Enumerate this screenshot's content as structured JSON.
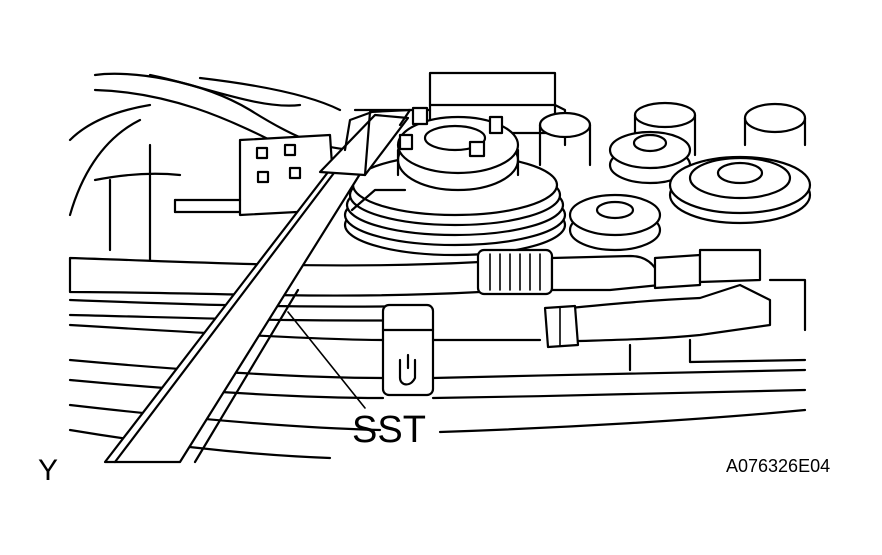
{
  "labels": {
    "callout": "SST",
    "corner": "Y",
    "figure_code": "A076326E04"
  },
  "icons": [
    "engine-pulley-drawing",
    "special-service-tool",
    "hose-clamp",
    "bolt-head"
  ],
  "colors": {
    "line": "#000000",
    "background": "#ffffff"
  }
}
